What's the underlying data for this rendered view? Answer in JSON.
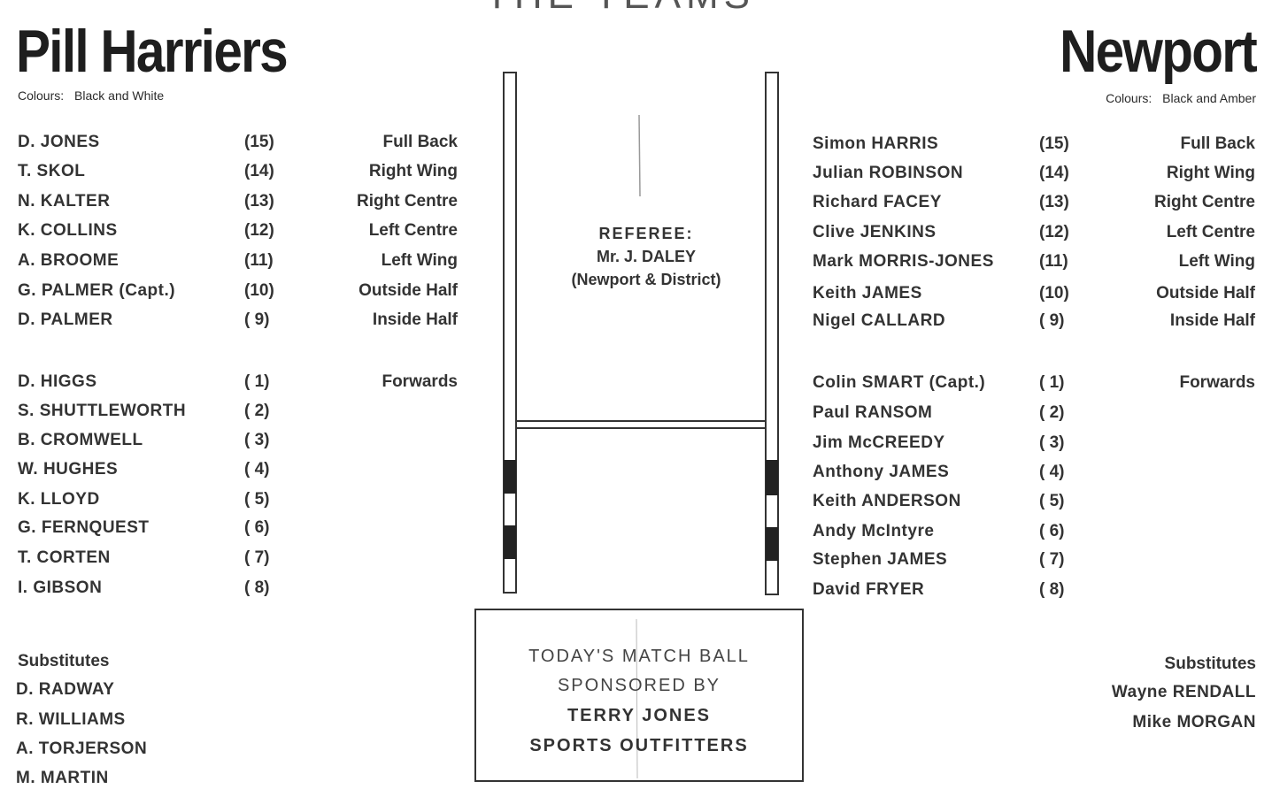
{
  "banner": "THE TEAMS",
  "home": {
    "name": "Pill Harriers",
    "colours_label": "Colours:",
    "colours": "Black and White",
    "players": [
      {
        "name": "D. JONES",
        "number": "(15)",
        "position": "Full Back"
      },
      {
        "name": "T. SKOL",
        "number": "(14)",
        "position": "Right Wing"
      },
      {
        "name": "N. KALTER",
        "number": "(13)",
        "position": "Right Centre"
      },
      {
        "name": "K. COLLINS",
        "number": "(12)",
        "position": "Left Centre"
      },
      {
        "name": "A. BROOME",
        "number": "(11)",
        "position": "Left Wing"
      },
      {
        "name": "G. PALMER (Capt.)",
        "number": "(10)",
        "position": "Outside Half"
      },
      {
        "name": "D. PALMER",
        "number": "( 9)",
        "position": "Inside Half"
      },
      {
        "name": "D. HIGGS",
        "number": "( 1)",
        "position": "Forwards"
      },
      {
        "name": "S. SHUTTLEWORTH",
        "number": "( 2)",
        "position": ""
      },
      {
        "name": "B. CROMWELL",
        "number": "( 3)",
        "position": ""
      },
      {
        "name": "W. HUGHES",
        "number": "( 4)",
        "position": ""
      },
      {
        "name": "K. LLOYD",
        "number": "( 5)",
        "position": ""
      },
      {
        "name": "G. FERNQUEST",
        "number": "( 6)",
        "position": ""
      },
      {
        "name": "T. CORTEN",
        "number": "( 7)",
        "position": ""
      },
      {
        "name": "I. GIBSON",
        "number": "( 8)",
        "position": ""
      }
    ],
    "substitutes_label": "Substitutes",
    "substitutes": [
      "D. RADWAY",
      "R. WILLIAMS",
      "A. TORJERSON",
      "M. MARTIN"
    ]
  },
  "away": {
    "name": "Newport",
    "colours_label": "Colours:",
    "colours": "Black and Amber",
    "players": [
      {
        "name": "Simon HARRIS",
        "number": "(15)",
        "position": "Full Back"
      },
      {
        "name": "Julian ROBINSON",
        "number": "(14)",
        "position": "Right Wing"
      },
      {
        "name": "Richard FACEY",
        "number": "(13)",
        "position": "Right Centre"
      },
      {
        "name": "Clive JENKINS",
        "number": "(12)",
        "position": "Left Centre"
      },
      {
        "name": "Mark MORRIS-JONES",
        "number": "(11)",
        "position": "Left Wing"
      },
      {
        "name": "Keith JAMES",
        "number": "(10)",
        "position": "Outside Half"
      },
      {
        "name": "Nigel CALLARD",
        "number": "( 9)",
        "position": "Inside Half"
      },
      {
        "name": "Colin SMART (Capt.)",
        "number": "( 1)",
        "position": "Forwards"
      },
      {
        "name": "Paul RANSOM",
        "number": "( 2)",
        "position": ""
      },
      {
        "name": "Jim McCREEDY",
        "number": "( 3)",
        "position": ""
      },
      {
        "name": "Anthony JAMES",
        "number": "( 4)",
        "position": ""
      },
      {
        "name": "Keith ANDERSON",
        "number": "( 5)",
        "position": ""
      },
      {
        "name": "Andy McIntyre",
        "number": "( 6)",
        "position": ""
      },
      {
        "name": "Stephen JAMES",
        "number": "( 7)",
        "position": ""
      },
      {
        "name": "David FRYER",
        "number": "( 8)",
        "position": ""
      }
    ],
    "substitutes_label": "Substitutes",
    "substitutes": [
      "Wayne RENDALL",
      "Mike MORGAN"
    ]
  },
  "referee": {
    "label": "REFEREE:",
    "name": "Mr. J. DALEY",
    "district": "(Newport & District)"
  },
  "sponsor": {
    "line1": "TODAY'S MATCH BALL",
    "line2": "SPONSORED BY",
    "line3": "TERRY JONES",
    "line4": "SPORTS OUTFITTERS"
  }
}
